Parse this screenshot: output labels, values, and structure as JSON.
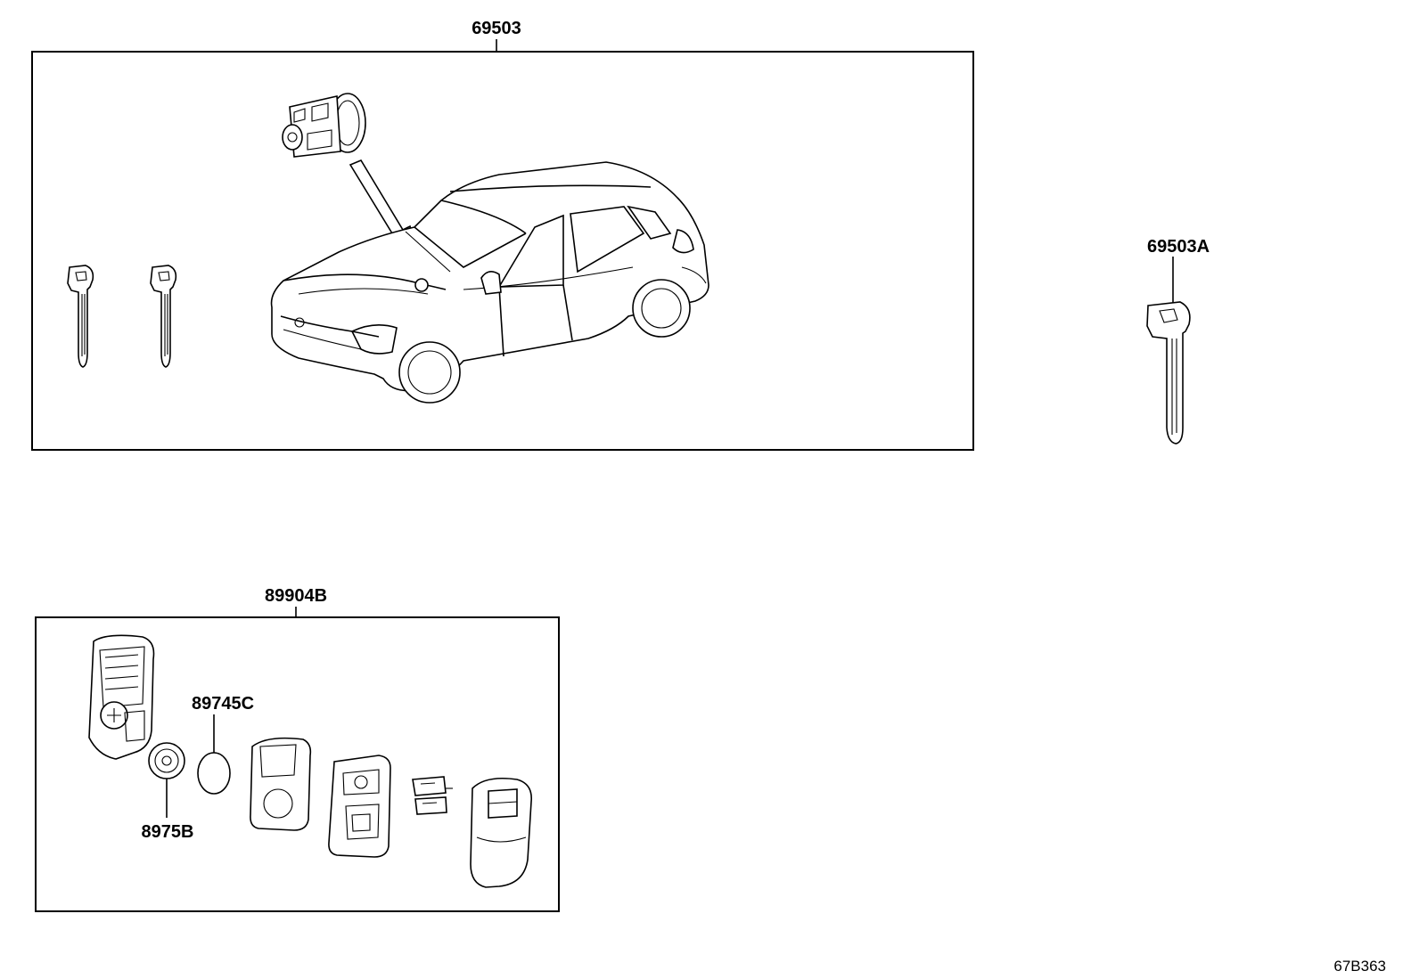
{
  "labels": {
    "kit_69503": "69503",
    "key_69503A": "69503A",
    "kit_89904B": "89904B",
    "battery_89745C": "89745C",
    "part_8975B": "8975B",
    "figure_code": "67B363"
  },
  "colors": {
    "ink": "#000000",
    "paper": "#ffffff"
  }
}
